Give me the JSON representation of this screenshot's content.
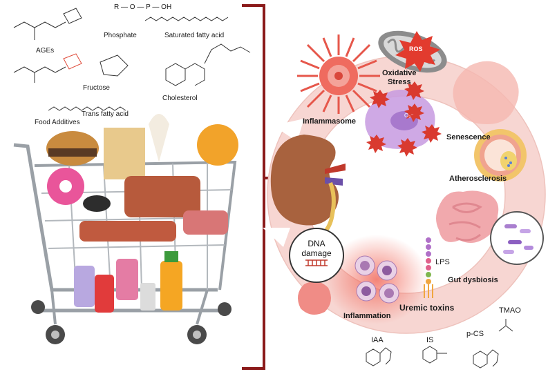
{
  "food": {
    "ages": "AGEs",
    "phosphate": "Phosphate",
    "phosphate_formula": "R — O — P — OH",
    "saturated_fatty_acid": "Saturated fatty acid",
    "fructose": "Fructose",
    "cholesterol": "Cholesterol",
    "trans_fatty_acid": "Trans fatty acid",
    "food_additives": "Food Additives"
  },
  "cycle": {
    "inflammasome": "Inflammasome",
    "oxidative_stress": "Oxidative\nStress",
    "ros": "ROS",
    "o2": "O₂⁻",
    "senescence": "Senescence",
    "atherosclerosis": "Atherosclerosis",
    "gut_dysbiosis": "Gut dysbiosis",
    "lps": "LPS",
    "uremic_toxins": "Uremic toxins",
    "inflammation": "Inflammation",
    "dna_line1": "DNA",
    "dna_line2": "damage"
  },
  "toxins": {
    "iaa": "IAA",
    "is": "IS",
    "pcs": "p-CS",
    "tmao": "TMAO"
  },
  "colors": {
    "ring": "#f8d8d4",
    "ring_edge": "#e8b4ae",
    "bracket": "#8b1a1a",
    "kidney": "#a0603c",
    "highlight_red": "#e04b3a"
  }
}
